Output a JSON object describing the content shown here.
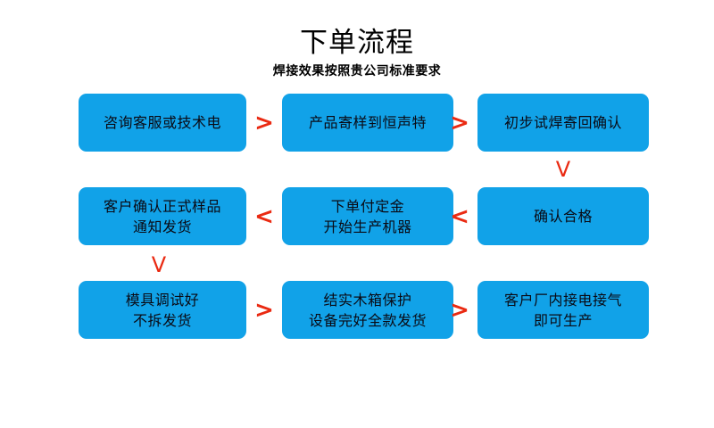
{
  "header": {
    "title": "下单流程",
    "subtitle": "焊接效果按照贵公司标准要求"
  },
  "colors": {
    "node_fill": "#11a2e8",
    "arrow": "#ea2a12",
    "node_text": "#0a0a14",
    "background": "#ffffff"
  },
  "flow": {
    "rows": [
      {
        "nodes": [
          {
            "lines": [
              "咨询客服或技术电"
            ]
          },
          {
            "lines": [
              "产品寄样到恒声特"
            ]
          },
          {
            "lines": [
              "初步试焊寄回确认"
            ]
          }
        ],
        "connectors": [
          {
            "glyph": ">",
            "direction": "right"
          },
          {
            "glyph": ">",
            "direction": "right"
          }
        ]
      },
      {
        "nodes": [
          {
            "lines": [
              "客户确认正式样品",
              "通知发货"
            ]
          },
          {
            "lines": [
              "下单付定金",
              "开始生产机器"
            ]
          },
          {
            "lines": [
              "确认合格"
            ]
          }
        ],
        "connectors": [
          {
            "glyph": "<",
            "direction": "left"
          },
          {
            "glyph": "<",
            "direction": "left"
          }
        ]
      },
      {
        "nodes": [
          {
            "lines": [
              "模具调试好",
              "不拆发货"
            ]
          },
          {
            "lines": [
              "结实木箱保护",
              "设备完好全款发货"
            ]
          },
          {
            "lines": [
              "客户厂内接电接气",
              "即可生产"
            ]
          }
        ],
        "connectors": [
          {
            "glyph": ">",
            "direction": "right"
          },
          {
            "glyph": ">",
            "direction": "right"
          }
        ]
      }
    ],
    "vertical_connectors": [
      {
        "glyph": "V",
        "direction": "down",
        "from": "初步试焊寄回确认",
        "to": "确认合格"
      },
      {
        "glyph": "V",
        "direction": "down",
        "from": "客户确认正式样品通知发货",
        "to": "模具调试好不拆发货"
      }
    ]
  }
}
